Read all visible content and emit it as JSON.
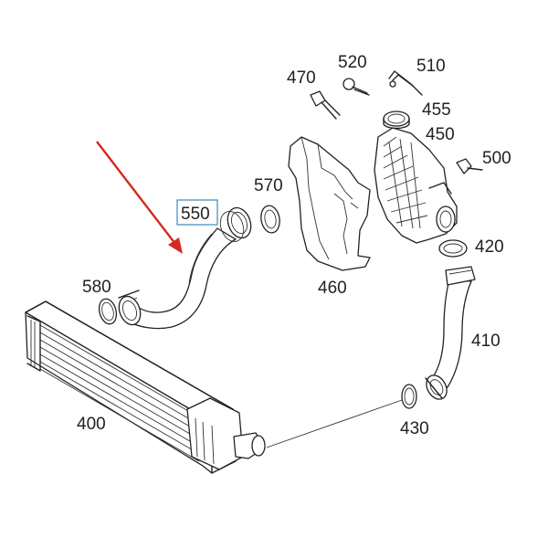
{
  "labels": {
    "p400": "400",
    "p410": "410",
    "p420": "420",
    "p430": "430",
    "p450": "450",
    "p455": "455",
    "p460": "460",
    "p470": "470",
    "p500": "500",
    "p510": "510",
    "p520": "520",
    "p550": "550",
    "p570": "570",
    "p580": "580"
  },
  "highlighted_part": "550",
  "colors": {
    "line": "#222222",
    "highlight_box": "#4a90c2",
    "arrow": "#d42a1f"
  }
}
